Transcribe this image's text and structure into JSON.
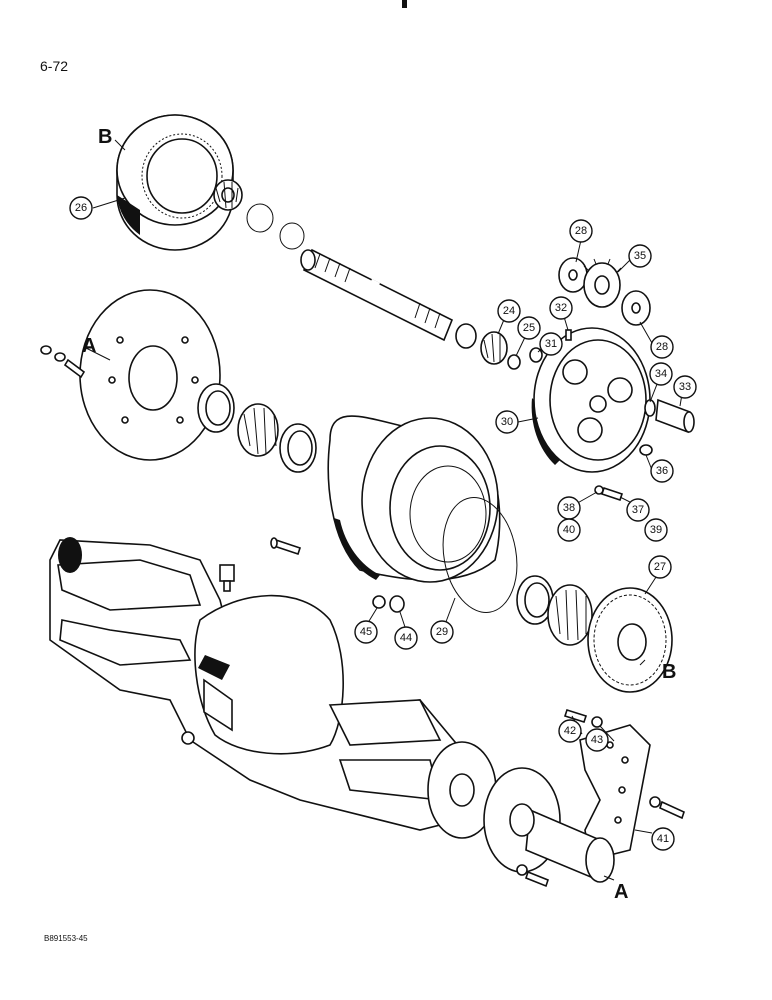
{
  "page": {
    "number": "6-72",
    "drawing_code": "B891553-45"
  },
  "reference_letters": {
    "b_top": "B",
    "a_left": "A",
    "b_right": "B",
    "a_bottom": "A"
  },
  "callouts": [
    "26",
    "28",
    "35",
    "24",
    "25",
    "32",
    "31",
    "28",
    "34",
    "33",
    "30",
    "36",
    "38",
    "37",
    "40",
    "39",
    "27",
    "45",
    "44",
    "29",
    "42",
    "43",
    "41"
  ]
}
